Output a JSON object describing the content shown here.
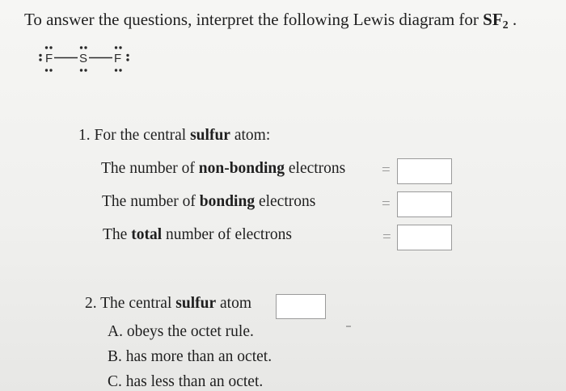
{
  "intro": {
    "text": "To answer the questions, interpret the following Lewis diagram for ",
    "formula_base": "SF",
    "formula_sub": "2",
    "end": " ."
  },
  "lewis": {
    "left_atom": "F",
    "center_atom": "S",
    "right_atom": "F"
  },
  "q1": {
    "heading_num": "1. For the central ",
    "heading_bold": "sulfur",
    "heading_end": " atom:",
    "rows": [
      {
        "pre": "The number of ",
        "bold": "non-bonding",
        "post": " electrons",
        "sign": "="
      },
      {
        "pre": "The number of ",
        "bold": "bonding",
        "post": " electrons",
        "sign": "="
      },
      {
        "pre": "The ",
        "bold": "total",
        "post": " number of electrons",
        "sign": "="
      }
    ]
  },
  "q2": {
    "heading_num": "2. The central ",
    "heading_bold": "sulfur",
    "heading_end": " atom",
    "options": [
      "A. obeys the octet rule.",
      "B. has more than an octet.",
      "C. has less than an octet."
    ]
  }
}
